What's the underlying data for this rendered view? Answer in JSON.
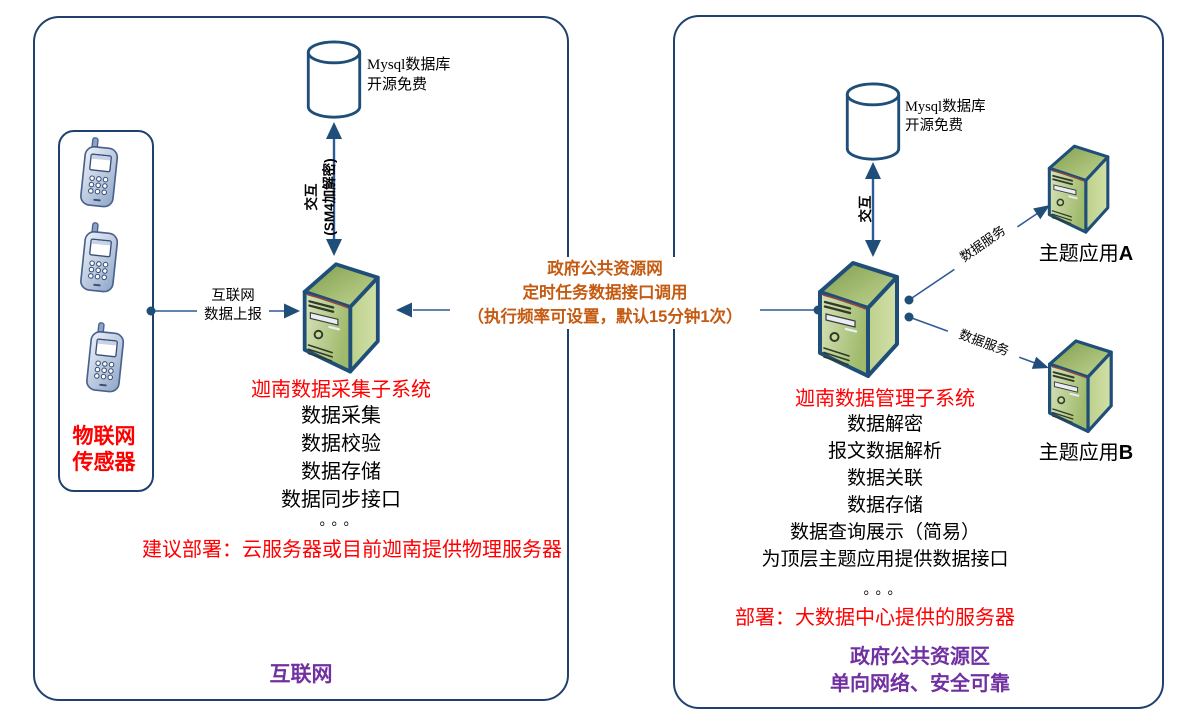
{
  "zones": {
    "internet": {
      "bottom_label": "互联网",
      "sensors": {
        "line1": "物联网",
        "line2": "传感器"
      },
      "database": {
        "name": "Mysql数据库",
        "note": "开源免费"
      },
      "db_link": {
        "line1": "交互",
        "line2": "(SM4加解密)"
      },
      "upload_link": {
        "line1": "互联网",
        "line2": "数据上报"
      },
      "server": {
        "title": "迦南数据采集子系统",
        "functions": [
          "数据采集",
          "数据校验",
          "数据存储",
          "数据同步接口"
        ],
        "ellipsis": "。。。",
        "deploy_note": "建议部署：云服务器或目前迦南提供物理服务器"
      }
    },
    "cross_link": {
      "line1": "政府公共资源网",
      "line2": "定时任务数据接口调用",
      "line3": "（执行频率可设置，默认15分钟1次）"
    },
    "gov": {
      "bottom_label": {
        "line1": "政府公共资源区",
        "line2": "单向网络、安全可靠"
      },
      "database": {
        "name": "Mysql数据库",
        "note": "开源免费"
      },
      "db_link": {
        "line1": "交互"
      },
      "server": {
        "title": "迦南数据管理子系统",
        "functions": [
          "数据解密",
          "报文数据解析",
          "数据关联",
          "数据存储",
          "数据查询展示（简易）",
          "为顶层主题应用提供数据接口"
        ],
        "ellipsis": "。。。",
        "deploy_note": "部署：大数据中心提供的服务器"
      },
      "service_link_a": "数据服务",
      "service_link_b": "数据服务",
      "app_a": {
        "name": "主题应用",
        "suffix": "A"
      },
      "app_b": {
        "name": "主题应用",
        "suffix": "B"
      }
    }
  },
  "colors": {
    "red": "#FF0000",
    "orange": "#C55A11",
    "purple": "#7030A0",
    "navy_outline": "#1F4E79",
    "line_blue": "#2E5A96",
    "server_green_front": "#AFC87E",
    "server_green_side": "#C9DA9B",
    "phone_blue": "#93A9CC"
  }
}
